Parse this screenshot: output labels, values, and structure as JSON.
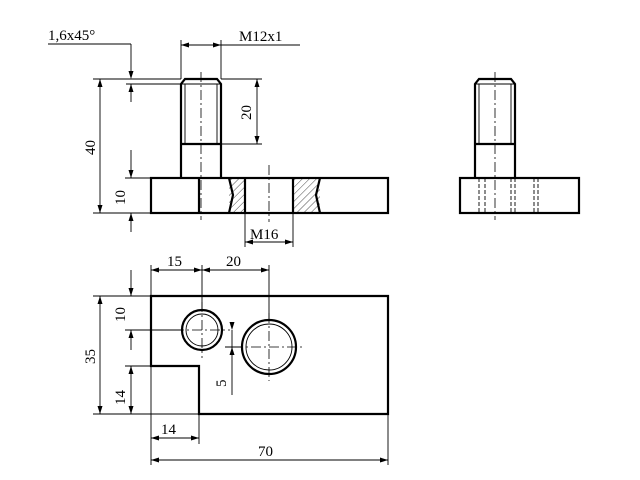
{
  "drawing": {
    "front_view": {
      "chamfer_label": "1,6x45°",
      "thread_label": "M12x1",
      "dim_height_total": "40",
      "dim_thread_length": "20",
      "dim_base_thickness": "10",
      "hole_thread_label": "M16"
    },
    "top_view": {
      "dim_hole_x1": "15",
      "dim_hole_spacing": "20",
      "dim_hole_y1": "10",
      "dim_width": "35",
      "dim_hole_offset": "5",
      "dim_notch_height": "14",
      "dim_notch_width": "14",
      "dim_length": "70"
    }
  }
}
